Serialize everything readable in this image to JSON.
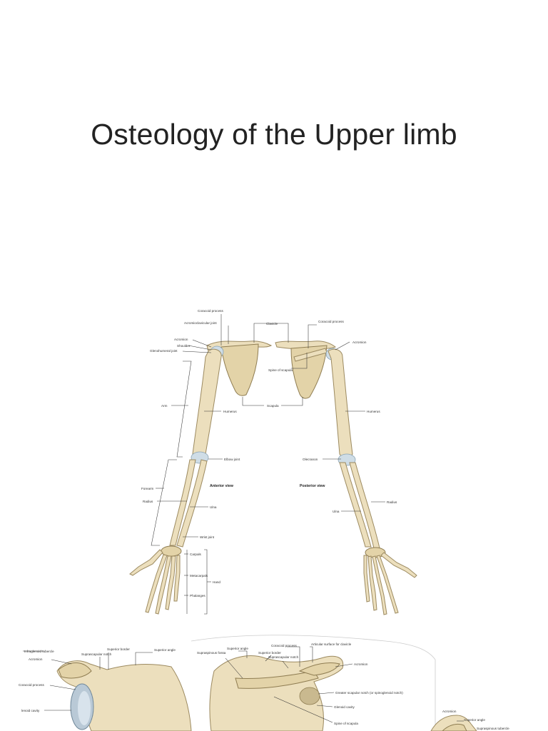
{
  "slide": {
    "title": "Osteology of the Upper limb"
  },
  "figure_top": {
    "labels": {
      "coracoid_process_left": "Coracoid process",
      "acromioclavicular_joint": "Acromioclavicular joint",
      "acromion_left": "Acromion",
      "shoulder": "Shoulder",
      "glenohumeral_joint": "Glenohumeral joint",
      "clavicle": "Clavicle",
      "coracoid_process_right": "Coracoid process",
      "acromion_right": "Acromion",
      "spine_of_scapula": "Spine of scapula",
      "scapula": "Scapula",
      "arm": "Arm",
      "humerus_left": "Humerus",
      "humerus_right": "Humerus",
      "elbow_joint": "Elbow joint",
      "olecranon": "Olecranon",
      "anterior_view": "Anterior view",
      "posterior_view": "Posterior view",
      "forearm": "Forearm",
      "radius_left": "Radius",
      "radius_right": "Radius",
      "ulna_left": "Ulna",
      "ulna_right": "Ulna",
      "wrist_joint": "Wrist joint",
      "carpals": "Carpals",
      "metacarpals": "Metacarpals",
      "hand": "Hand",
      "phalanges": "Phalanges"
    }
  },
  "figure_bottom": {
    "labels": {
      "infraglenoid_tubercle": "Infraglenoid tubercle",
      "acromion_a": "Acromion",
      "superior_border_a": "Superior border",
      "suprascapular_notch_a": "Suprascapular notch",
      "superior_angle_a": "Superior angle",
      "coracoid_process_a": "Coracoid process",
      "glenoid_cavity_a": "lenoid cavity",
      "superior_angle_b": "Superior angle",
      "supraspinous_fossa": "Supraspinous fossa",
      "coracoid_process_b": "Coracoid process",
      "superior_border_b": "Superior border",
      "suprascapular_notch_b": "Suprascapular notch",
      "articular_surface": "Articular surface for clavicle",
      "acromion_b": "Acromion",
      "greater_scapular_notch": "Greater scapular notch (or spinoglenoid notch)",
      "glenoid_cavity_b": "Glenoid cavity",
      "spine_of_scapula_b": "Spine of scapula",
      "acromion_c": "Acromion",
      "superior_angle_c": "Superior angle",
      "supraspinous_tubercle": "Supraspinous tubercle"
    }
  }
}
